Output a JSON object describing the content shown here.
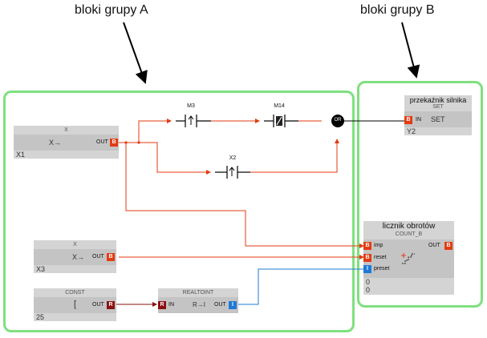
{
  "annotations": {
    "group_a": "bloki grupy A",
    "group_b": "bloki grupy B"
  },
  "blocks": {
    "x1": {
      "header": "X",
      "symbol": "X→",
      "out_label": "OUT",
      "out_type": "B",
      "name": "X1"
    },
    "x3": {
      "header": "X",
      "symbol": "X→",
      "out_label": "OUT",
      "out_type": "B",
      "name": "X3"
    },
    "const": {
      "header": "CONST",
      "symbol": "[",
      "out_label": "OUT",
      "out_type": "R",
      "value": "25"
    },
    "realtoint": {
      "header": "REALTOINT",
      "in_type": "R",
      "in_label": "IN",
      "symbol": "R→I",
      "out_label": "OUT",
      "out_type": "I"
    },
    "motor_relay": {
      "title": "przekaźnik silnika",
      "subtitle": "SET",
      "in_type": "B",
      "in_label": "IN",
      "symbol": "SET",
      "name": "Y2"
    },
    "counter": {
      "title": "licznik obrotów",
      "subtitle": "COUNT_B",
      "inputs": [
        {
          "type": "B",
          "label": "imp"
        },
        {
          "type": "B",
          "label": "reset"
        },
        {
          "type": "I",
          "label": "preset"
        }
      ],
      "out_label": "OUT",
      "out_type": "B",
      "values": [
        "0",
        "0"
      ]
    }
  },
  "contacts": {
    "m3": "M3",
    "m14": "M14",
    "x2": "X2"
  },
  "or_gate": "OR",
  "colors": {
    "group_border": "#7fe07f",
    "bool_wire": "#e33b12",
    "int_wire": "#1e7ad6",
    "real_wire": "#8a1010"
  }
}
